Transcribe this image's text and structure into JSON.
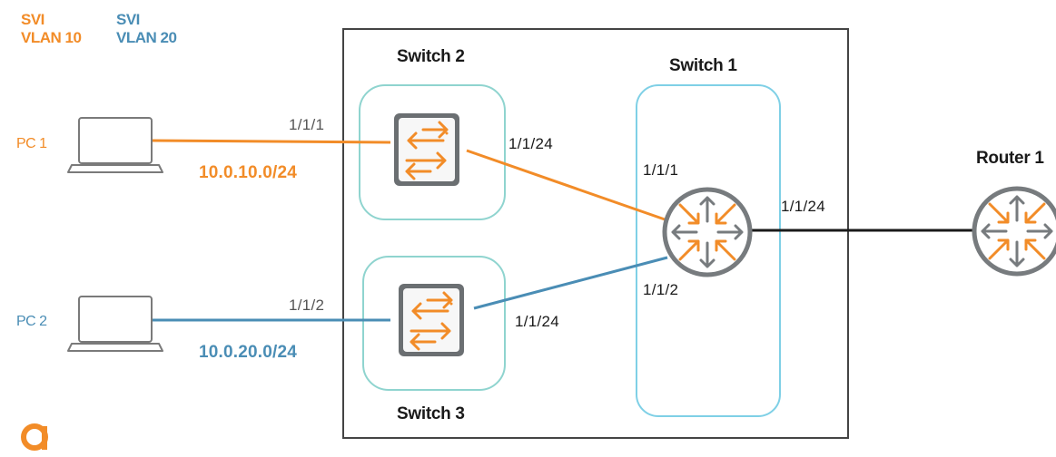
{
  "legend": {
    "vlan10": {
      "line1": "SVI",
      "line2": "VLAN 10",
      "color": "#f28c28"
    },
    "vlan20": {
      "line1": "SVI",
      "line2": "VLAN 20",
      "color": "#4a8db5"
    }
  },
  "nodes": {
    "switch2": {
      "label": "Switch 2"
    },
    "switch3": {
      "label": "Switch 3"
    },
    "switch1": {
      "label": "Switch 1"
    },
    "router1": {
      "label": "Router 1"
    },
    "pc1": {
      "label": "PC 1"
    },
    "pc2": {
      "label": "PC 2"
    }
  },
  "links": {
    "pc1_sw2": {
      "port": "1/1/1",
      "subnet": "10.0.10.0/24",
      "color": "#f28c28"
    },
    "pc2_sw3": {
      "port": "1/1/2",
      "subnet": "10.0.20.0/24",
      "color": "#4a8db5"
    },
    "sw2_sw1": {
      "port_sw2": "1/1/24",
      "port_sw1": "1/1/1"
    },
    "sw3_sw1": {
      "port_sw3": "1/1/24",
      "port_sw1": "1/1/2"
    },
    "sw1_router": {
      "port_sw1": "1/1/24"
    }
  },
  "colors": {
    "accent_orange": "#f28c28",
    "accent_blue": "#4a8db5",
    "frame_teal": "#8fd4cf",
    "switch1_frame": "#7fd0e6"
  },
  "icons": {
    "switch": "switch-arrows-icon",
    "router": "router-arrows-icon",
    "pc": "laptop-icon",
    "logo": "brand-logo-icon"
  }
}
